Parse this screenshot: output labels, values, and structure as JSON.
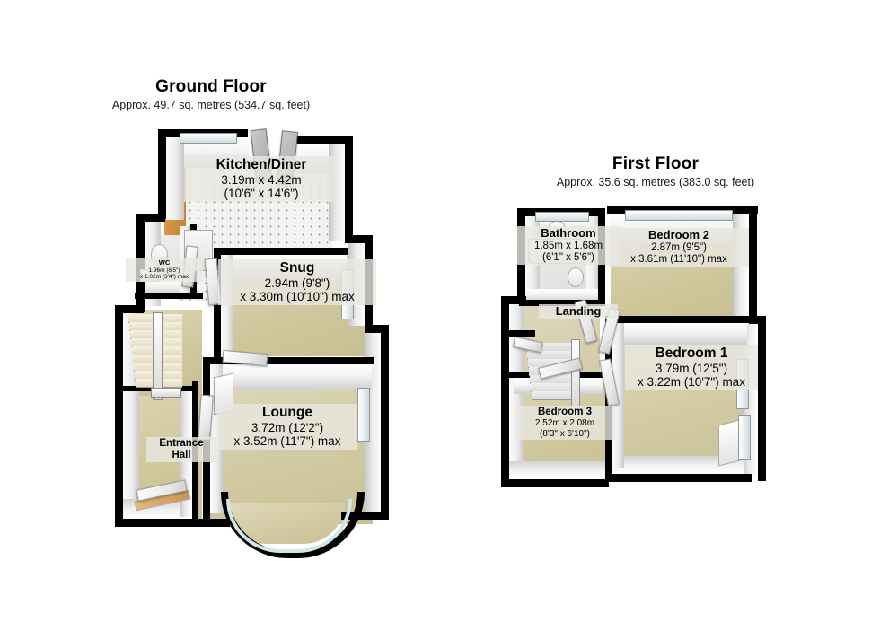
{
  "document": {
    "type": "floor-plan",
    "floors": [
      {
        "id": "ground",
        "title": "Ground Floor",
        "area_note": "Approx. 49.7 sq. metres (534.7 sq. feet)",
        "area_metric_sqm": 49.7,
        "area_imperial_sqft": 534.7,
        "rooms": [
          {
            "name": "Kitchen/Diner",
            "dim_line_1": "3.19m x 4.42m",
            "dim_line_2": "(10'6\" x 14'6\")",
            "width_m": 3.19,
            "length_m": 4.42,
            "floor_finish": "tile"
          },
          {
            "name": "Snug",
            "dim_line_1": "2.94m (9'8\")",
            "dim_line_2": "x 3.30m (10'10\") max",
            "width_m": 2.94,
            "length_m": 3.3,
            "floor_finish": "carpet"
          },
          {
            "name": "Lounge",
            "dim_line_1": "3.72m (12'2\")",
            "dim_line_2": "x 3.52m (11'7\") max",
            "width_m": 3.72,
            "length_m": 3.52,
            "floor_finish": "carpet"
          },
          {
            "name": "WC",
            "dim_line_1": "1.96m (6'5\")",
            "dim_line_2": "x 1.02m (3'4\") max",
            "width_m": 1.96,
            "length_m": 1.02,
            "floor_finish": "tile"
          },
          {
            "name": "Entrance",
            "name_line_2": "Hall",
            "dim_line_1": "",
            "dim_line_2": "",
            "floor_finish": "carpet"
          }
        ]
      },
      {
        "id": "first",
        "title": "First Floor",
        "area_note": "Approx. 35.6 sq. metres (383.0 sq. feet)",
        "area_metric_sqm": 35.6,
        "area_imperial_sqft": 383.0,
        "rooms": [
          {
            "name": "Bathroom",
            "dim_line_1": "1.85m x 1.68m",
            "dim_line_2": "(6'1\" x 5'6\")",
            "width_m": 1.85,
            "length_m": 1.68,
            "floor_finish": "tile"
          },
          {
            "name": "Bedroom 2",
            "dim_line_1": "2.87m (9'5\")",
            "dim_line_2": "x 3.61m (11'10\") max",
            "width_m": 2.87,
            "length_m": 3.61,
            "floor_finish": "carpet"
          },
          {
            "name": "Bedroom 1",
            "dim_line_1": "3.79m (12'5\")",
            "dim_line_2": "x 3.22m (10'7\") max",
            "width_m": 3.79,
            "length_m": 3.22,
            "floor_finish": "carpet"
          },
          {
            "name": "Bedroom 3",
            "dim_line_1": "2.52m x 2.08m",
            "dim_line_2": "(8'3\" x 6'10\")",
            "width_m": 2.52,
            "length_m": 2.08,
            "floor_finish": "carpet"
          },
          {
            "name": "Landing",
            "dim_line_1": "",
            "dim_line_2": "",
            "floor_finish": "carpet"
          }
        ]
      }
    ],
    "palette": {
      "background": "#ffffff",
      "wall_outline": "#000000",
      "wall_face": "#f0f0f0",
      "carpet": "#d2caa2",
      "tile": "#f2f2f2",
      "worktop_wood": "#d08f3f",
      "label_chip": "#e9e7e0",
      "text": "#000000",
      "glass_tint": "#cfe6e8"
    }
  }
}
